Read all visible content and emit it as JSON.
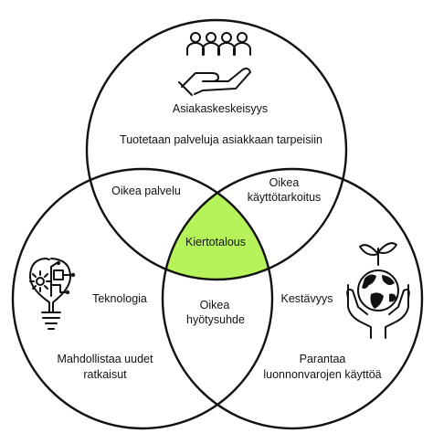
{
  "center_color": "#b6f35b",
  "outline_color": "#111111",
  "circles": {
    "top": {
      "title": "Asiakaskeskeisyys",
      "description": "Tuotetaan palveluja asiakkaan tarpeisiin",
      "icon": "people-in-hand-icon"
    },
    "left": {
      "title": "Teknologia",
      "description_line1": "Mahdollistaa uudet",
      "description_line2": "ratkaisut",
      "icon": "lightbulb-circuit-icon"
    },
    "right": {
      "title": "Kestävyys",
      "description_line1": "Parantaa",
      "description_line2": "luonnonvarojen käyttöä",
      "icon": "globe-sprout-hands-icon"
    }
  },
  "intersections": {
    "top_left": "Oikea palvelu",
    "top_right_line1": "Oikea",
    "top_right_line2": "käyttötarkoitus",
    "left_right_line1": "Oikea",
    "left_right_line2": "hyötysuhde",
    "center": "Kiertotalous"
  }
}
